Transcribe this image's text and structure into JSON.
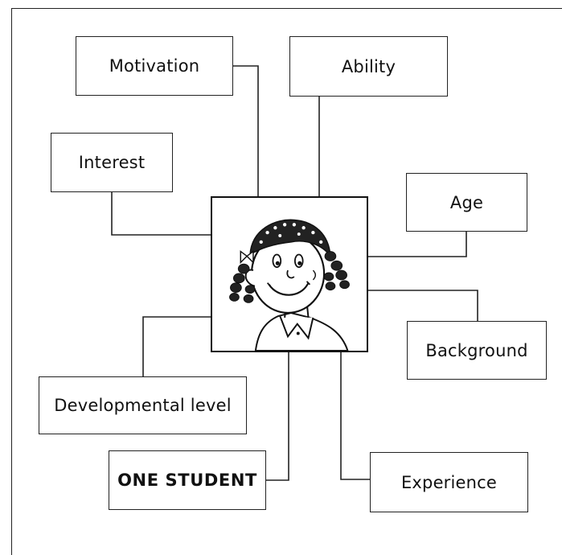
{
  "diagram": {
    "center": {
      "image": "student-portrait"
    },
    "nodes": {
      "motivation": "Motivation",
      "ability": "Ability",
      "interest": "Interest",
      "age": "Age",
      "background": "Background",
      "developmental_level": "Developmental level",
      "one_student": "ONE STUDENT",
      "experience": "Experience"
    },
    "colors": {
      "line": "#222222",
      "box_fill": "#ffffff"
    }
  }
}
